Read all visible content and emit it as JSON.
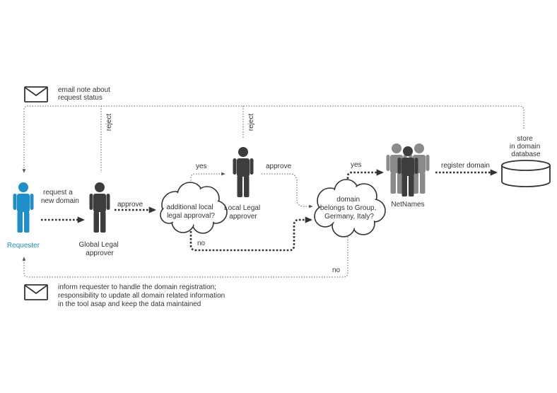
{
  "colors": {
    "accent": "#1f8fc9",
    "figure_dark": "#3d3d3d",
    "figure_grey": "#8a8a8a",
    "line": "#333333"
  },
  "actors": {
    "requester": "Requester",
    "global_legal": [
      "Global Legal",
      "approver"
    ],
    "local_legal": [
      "Local Legal",
      "approver"
    ],
    "netnames": "NetNames"
  },
  "decisions": {
    "local_approval": [
      "additional local",
      "legal approval?"
    ],
    "domain_group": [
      "domain",
      "belongs to Group,",
      "Germany, Italy?"
    ]
  },
  "database": {
    "label": [
      "store",
      "in domain",
      "database"
    ]
  },
  "edges": {
    "request_domain": [
      "request a",
      "new domain"
    ],
    "approve_global": "approve",
    "yes_local": "yes",
    "approve_local": "approve",
    "no_local": "no",
    "yes_group": "yes",
    "register_domain": "register domain",
    "no_group": "no",
    "reject_global": "reject",
    "reject_local": "reject"
  },
  "notes": {
    "email_status": [
      "email note about",
      "request status"
    ],
    "inform_requester": [
      "inform requester to handle the domain registration;",
      "responsibility to update all domain related information",
      "in the tool asap and keep the data maintained"
    ]
  },
  "icons": {
    "email_status": "envelope-icon",
    "inform_requester": "envelope-icon",
    "database": "database-cylinder-icon",
    "persons": "person-icon"
  }
}
